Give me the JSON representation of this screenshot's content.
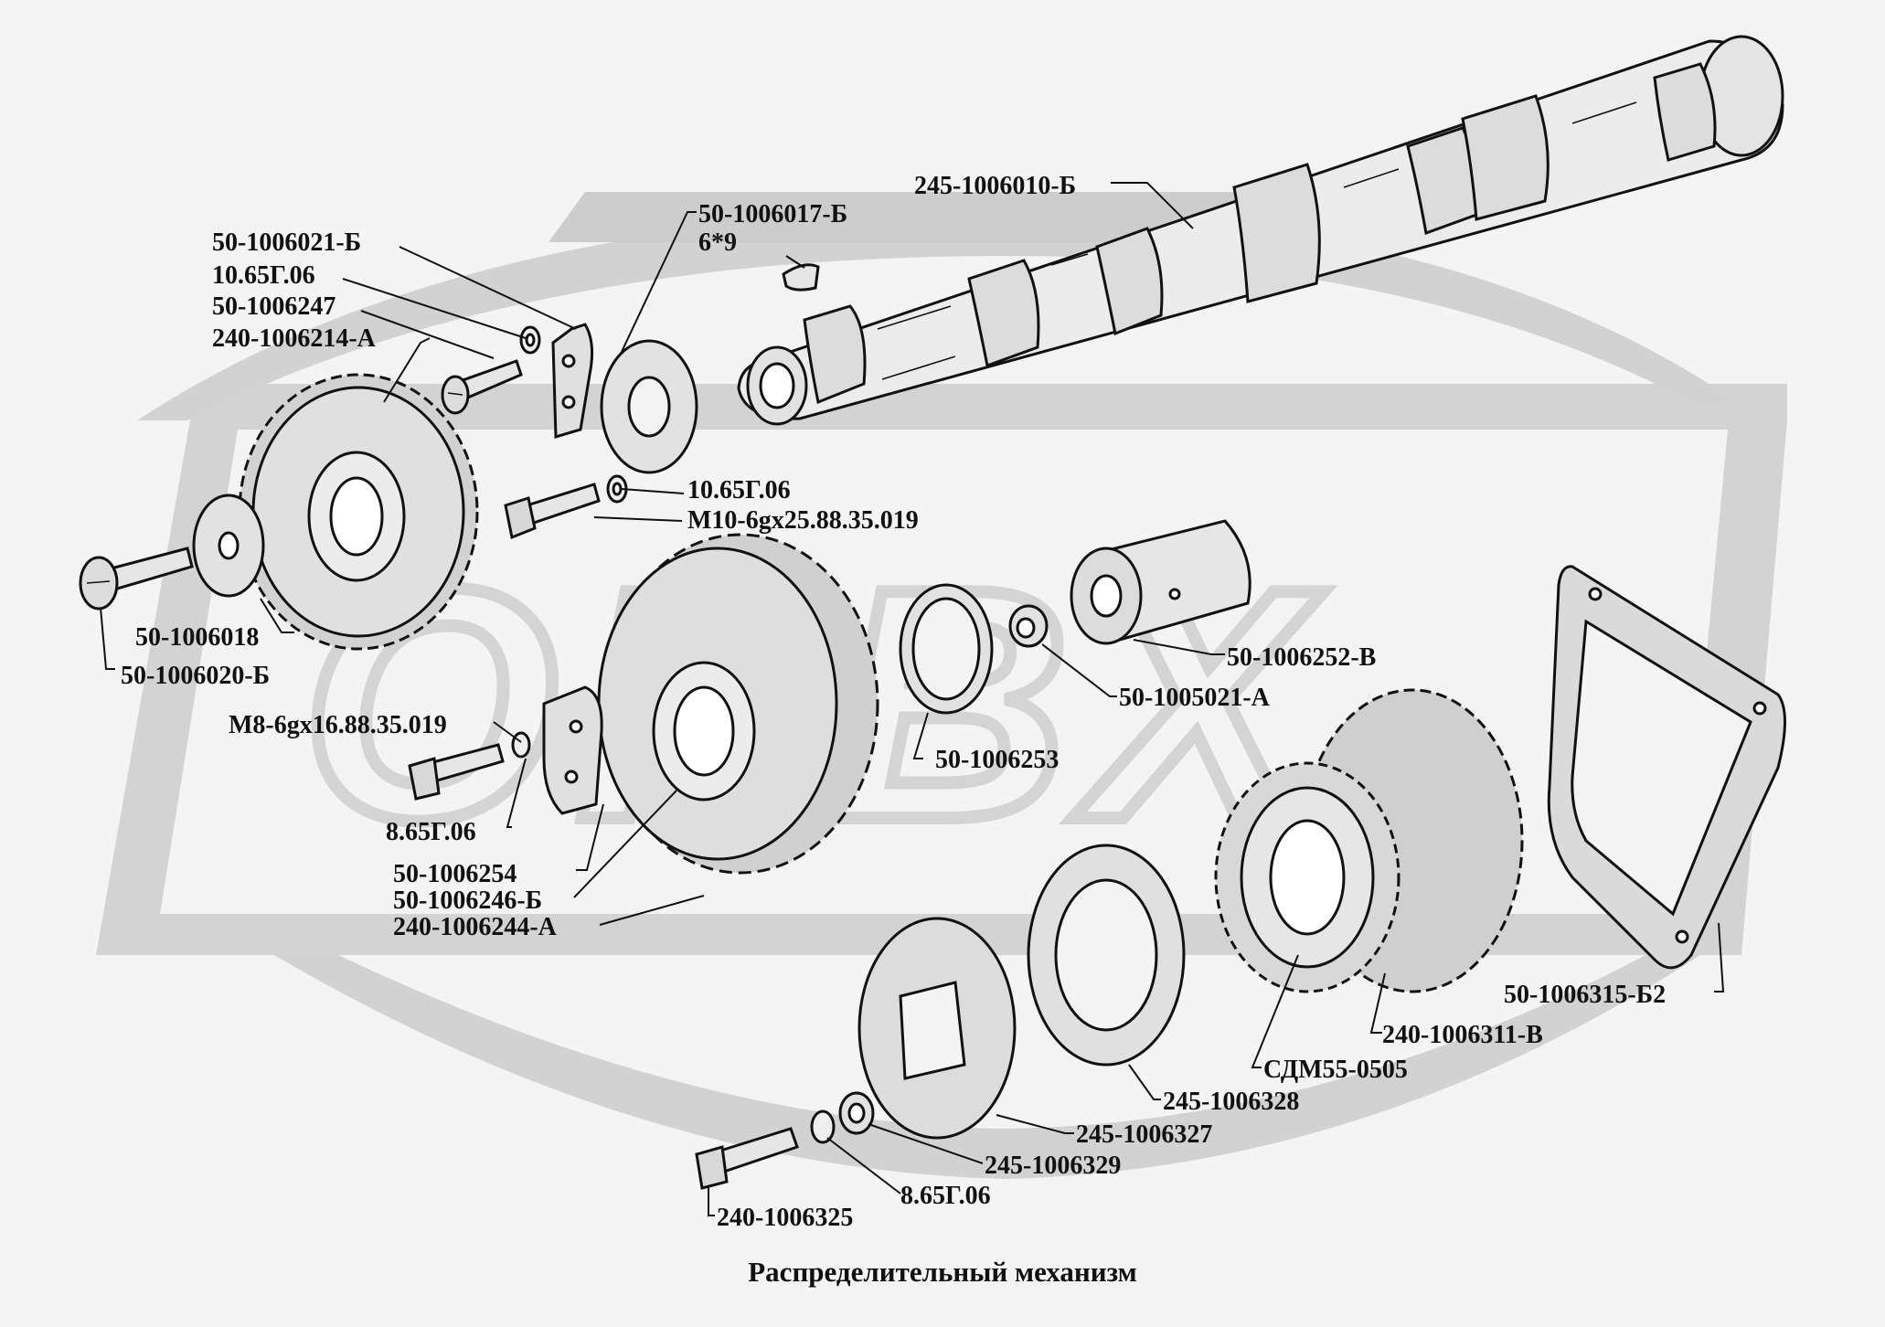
{
  "title": "Распределительный механизм",
  "watermark": "ORBX",
  "colors": {
    "background": "#f4f4f4",
    "watermark": "#c9c9c9",
    "ink": "#111111",
    "part_fill": "#e9e9e9"
  },
  "parts": {
    "camshaft": "245-1006010-Б",
    "key": "50-1006017-Б",
    "key_size": "6*9",
    "flange_plate": "50-1006021-Б",
    "washer_top": "10.65Г.06",
    "bolt_top": "50-1006247",
    "gear_top": "240-1006214-А",
    "washer_right": "10.65Г.06",
    "bolt_m10": "М10-6gx25.88.35.019",
    "thrust_washer": "50-1006018",
    "bolt_left": "50-1006020-Б",
    "bolt_m8": "М8-6gx16.88.35.019",
    "washer_8": "8.65Г.06",
    "plate": "50-1006254",
    "gear_mid_flange": "50-1006246-Б",
    "gear_mid": "240-1006244-А",
    "ring": "50-1006253",
    "bushing": "50-1005021-А",
    "shaft_sleeve": "50-1006252-В",
    "gasket": "50-1006315-Б2",
    "gear_right": "240-1006311-В",
    "damper": "СДМ55-0505",
    "disc_holes": "245-1006328",
    "disc_splined": "245-1006327",
    "spacer": "245-1006329",
    "washer_bottom": "8.65Г.06",
    "bolt_bottom": "240-1006325"
  }
}
